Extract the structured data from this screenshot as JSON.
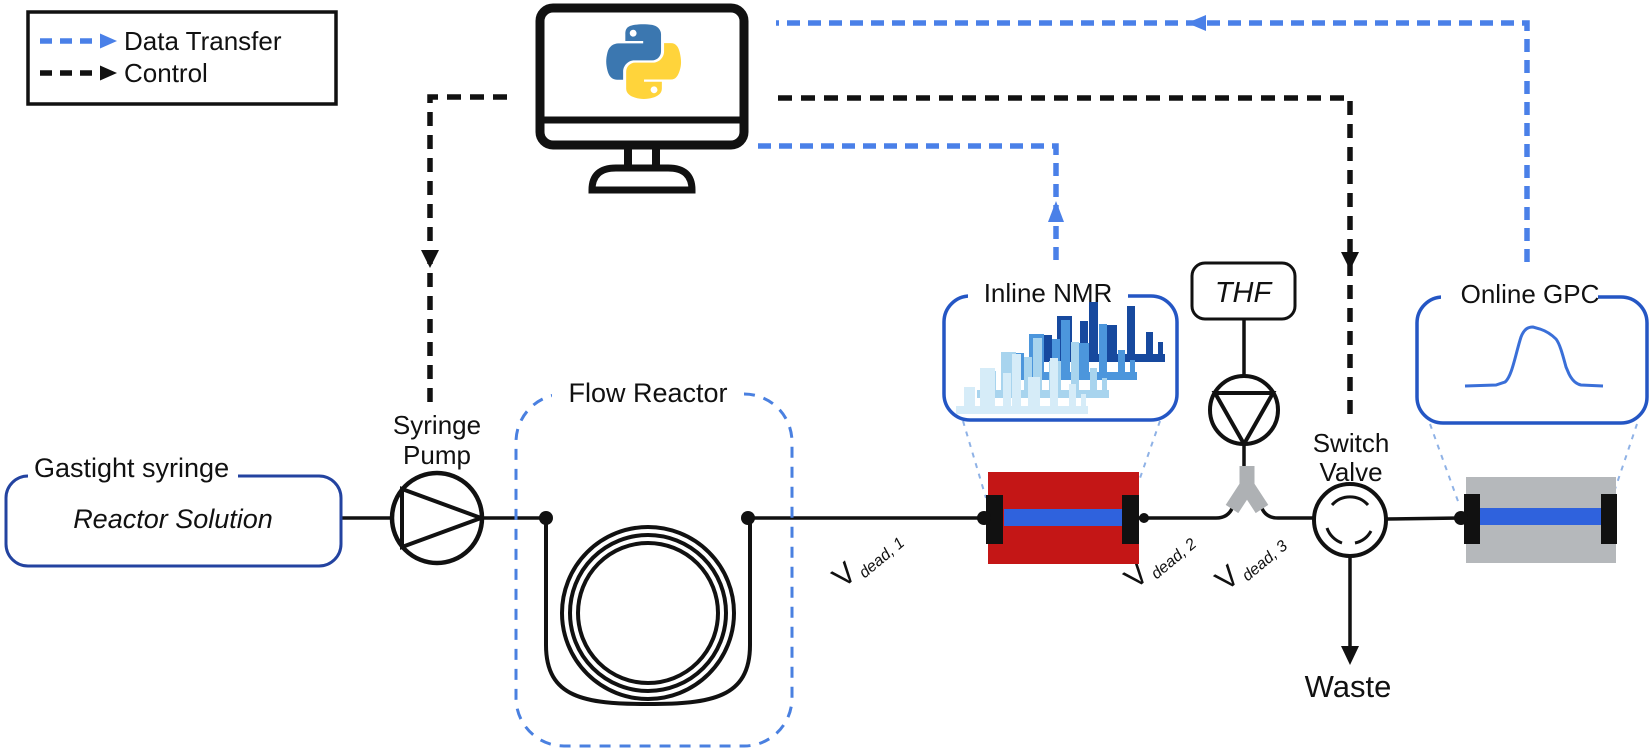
{
  "legend": {
    "items": [
      {
        "label": "Data Transfer",
        "line_style": "dashed-arrow",
        "color": "#4a80e8"
      },
      {
        "label": "Control",
        "line_style": "dashed-arrow",
        "color": "#111111"
      }
    ]
  },
  "controller": {
    "icon": "python-logo",
    "device": "computer-monitor"
  },
  "nodes": {
    "gastight_syringe": {
      "title": "Gastight syringe",
      "solution": "Reactor Solution"
    },
    "syringe_pump": {
      "label_line1": "Syringe",
      "label_line2": "Pump",
      "icon": "pump-circle-triangle"
    },
    "flow_reactor": {
      "label": "Flow Reactor",
      "icon": "tubing-coil"
    },
    "inline_nmr": {
      "label": "Inline NMR",
      "icon": "nmr-spectra-stack"
    },
    "nmr_flow_cell": {
      "color": "#c41616",
      "channel_color": "#2f62dd"
    },
    "thf_reservoir": {
      "label": "THF",
      "icon": "pump-circle-triangle"
    },
    "mixer": {
      "icon": "y-mixer",
      "color": "#aeb1b4"
    },
    "switch_valve": {
      "label_line1": "Switch",
      "label_line2": "Valve",
      "icon": "rotary-valve"
    },
    "online_gpc": {
      "label": "Online GPC",
      "icon": "gpc-chromatogram-peak"
    },
    "gpc_flow_cell": {
      "color": "#b5b8bb",
      "channel_color": "#2f62dd"
    },
    "waste": {
      "label": "Waste"
    }
  },
  "dead_volumes": [
    {
      "symbol": "V",
      "subscript": "dead, 1"
    },
    {
      "symbol": "V",
      "subscript": "dead, 2"
    },
    {
      "symbol": "V",
      "subscript": "dead, 3"
    }
  ],
  "colors": {
    "data_transfer_blue": "#4a80e8",
    "control_black": "#111111",
    "solution_box_border": "#2343a0",
    "callout_box_border": "#2456c4",
    "flow_reactor_dash": "#4a80e0",
    "callout_leader_blue": "#8fb2e6",
    "python_blue": "#3b77b0",
    "python_yellow": "#ffd43b"
  }
}
